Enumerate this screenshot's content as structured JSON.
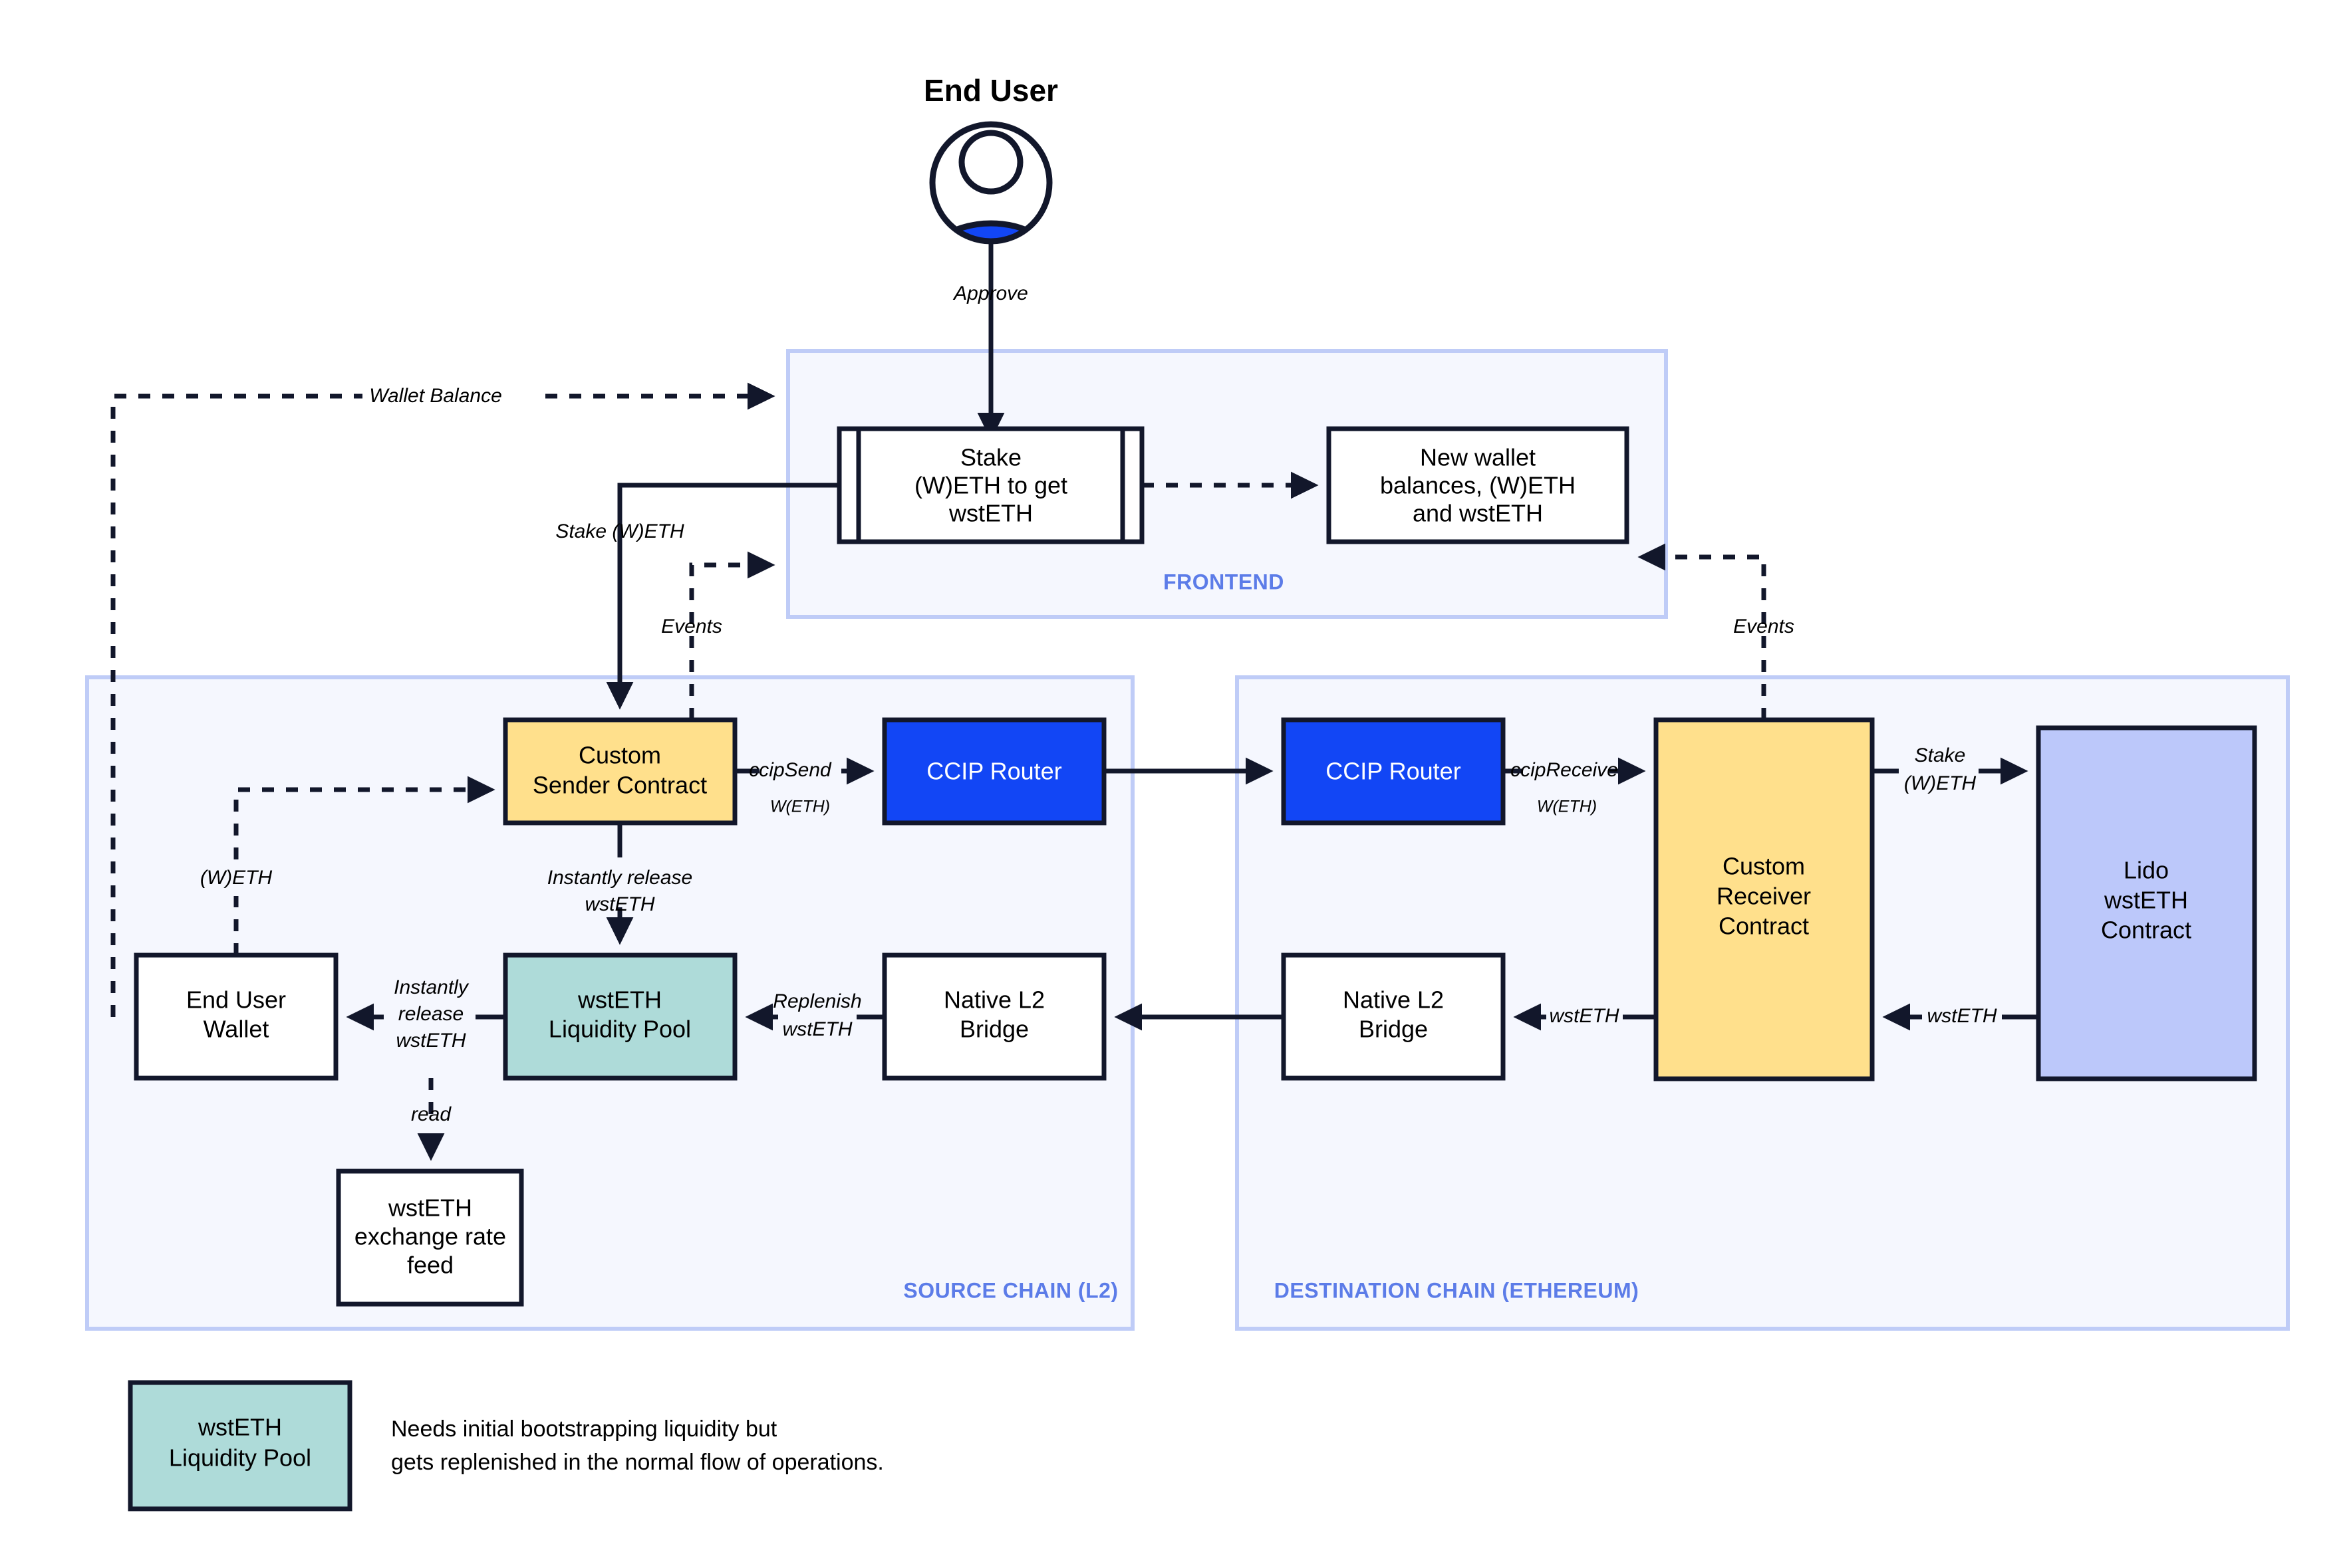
{
  "title": "End User",
  "actor": {
    "label": "End User",
    "icon": "user-avatar-icon",
    "accent": "#1246F5"
  },
  "colors": {
    "contract_yellow": "#FFE08C",
    "pool_teal": "#AEDBD9",
    "router_blue": "#1246F5",
    "lido_lavender": "#BCC8FA",
    "group_fill": "#F5F7FE",
    "group_stroke": "#BFCCF7",
    "group_label": "#5C7CE8",
    "node_stroke": "#12172B",
    "white": "#FFFFFF"
  },
  "groups": [
    {
      "id": "frontend",
      "label": "FRONTEND"
    },
    {
      "id": "source_chain",
      "label": "SOURCE CHAIN (L2)"
    },
    {
      "id": "destination_chain",
      "label": "DESTINATION CHAIN (ETHEREUM)"
    }
  ],
  "nodes": {
    "stake_form": {
      "label_lines": [
        "Stake",
        "(W)ETH to get",
        "wstETH"
      ],
      "shape": "predefined-process",
      "fill": "#FFFFFF"
    },
    "new_balances": {
      "label_lines": [
        "New wallet",
        "balances, (W)ETH",
        "and wstETH"
      ],
      "shape": "rect",
      "fill": "#FFFFFF"
    },
    "custom_sender": {
      "label_lines": [
        "Custom",
        "Sender Contract"
      ],
      "shape": "rect",
      "fill": "#FFE08C"
    },
    "ccip_router_src": {
      "label_lines": [
        "CCIP Router"
      ],
      "shape": "rect",
      "fill": "#1246F5"
    },
    "ccip_router_dst": {
      "label_lines": [
        "CCIP Router"
      ],
      "shape": "rect",
      "fill": "#1246F5"
    },
    "custom_receiver": {
      "label_lines": [
        "Custom",
        "Receiver",
        "Contract"
      ],
      "shape": "rect",
      "fill": "#FFE08C"
    },
    "lido_wsteth": {
      "label_lines": [
        "Lido",
        "wstETH",
        "Contract"
      ],
      "shape": "rect",
      "fill": "#BCC8FA"
    },
    "end_user_wallet": {
      "label_lines": [
        "End User",
        "Wallet"
      ],
      "shape": "rect",
      "fill": "#FFFFFF"
    },
    "wsteth_pool": {
      "label_lines": [
        "wstETH",
        "Liquidity Pool"
      ],
      "shape": "rect",
      "fill": "#AEDBD9"
    },
    "native_bridge_src": {
      "label_lines": [
        "Native L2",
        "Bridge"
      ],
      "shape": "rect",
      "fill": "#FFFFFF"
    },
    "native_bridge_dst": {
      "label_lines": [
        "Native L2",
        "Bridge"
      ],
      "shape": "rect",
      "fill": "#FFFFFF"
    },
    "rate_feed": {
      "label_lines": [
        "wstETH",
        "exchange rate",
        "feed"
      ],
      "shape": "rect",
      "fill": "#FFFFFF"
    }
  },
  "edges": [
    {
      "id": "approve",
      "label": "Approve",
      "style": "solid"
    },
    {
      "id": "wallet-balance",
      "label": "Wallet Balance",
      "style": "dashed"
    },
    {
      "id": "stake-weth",
      "label": "Stake (W)ETH",
      "style": "solid"
    },
    {
      "id": "events-left",
      "label": "Events",
      "style": "dashed"
    },
    {
      "id": "events-right",
      "label": "Events",
      "style": "dashed"
    },
    {
      "id": "form-to-balances",
      "label": "",
      "style": "dashed"
    },
    {
      "id": "ccip-send",
      "label": "ccipSend",
      "sublabel": "W(ETH)",
      "style": "solid"
    },
    {
      "id": "router-to-router",
      "label": "",
      "style": "solid"
    },
    {
      "id": "ccip-receive",
      "label": "ccipReceive",
      "sublabel": "W(ETH)",
      "style": "solid"
    },
    {
      "id": "stake-weth-lido",
      "label_lines": [
        "Stake",
        "(W)ETH"
      ],
      "style": "solid"
    },
    {
      "id": "wsteth-lido-to-receiver",
      "label": "wstETH",
      "style": "solid"
    },
    {
      "id": "wsteth-receiver-to-bridge",
      "label": "wstETH",
      "style": "solid"
    },
    {
      "id": "bridge-to-bridge",
      "label": "",
      "style": "solid"
    },
    {
      "id": "replenish",
      "label_lines": [
        "Replenish",
        "wstETH"
      ],
      "style": "solid"
    },
    {
      "id": "instantly-release-pool",
      "label_lines": [
        "Instantly release",
        "wstETH"
      ],
      "style": "solid"
    },
    {
      "id": "instantly-release-wallet",
      "label_lines": [
        "Instantly",
        "release",
        "wstETH"
      ],
      "style": "solid"
    },
    {
      "id": "read-feed",
      "label": "read",
      "style": "dashed"
    },
    {
      "id": "weth-wallet-to-sender",
      "label": "(W)ETH",
      "style": "dashed"
    }
  ],
  "legend": {
    "swatch_label_lines": [
      "wstETH",
      "Liquidity Pool"
    ],
    "swatch_fill": "#AEDBD9",
    "note_lines": [
      "Needs initial bootstrapping liquidity but",
      "gets replenished in the normal flow of operations."
    ]
  }
}
